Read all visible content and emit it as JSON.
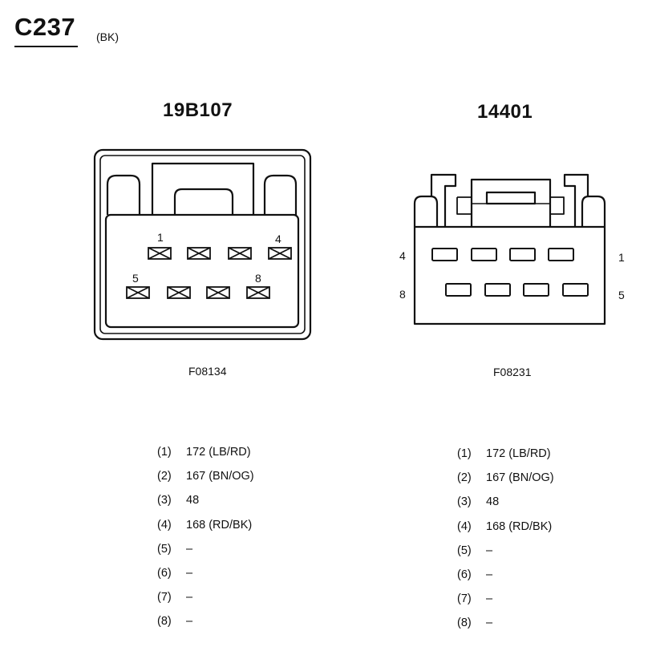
{
  "header": {
    "title": "C237",
    "color_code": "(BK)"
  },
  "connectors": [
    {
      "part_number": "19B107",
      "figure_code": "F08134",
      "pin_labels": {
        "top_left": "1",
        "top_right": "4",
        "bottom_left": "5",
        "bottom_right": "8"
      },
      "pinout": [
        {
          "pin": "(1)",
          "circuit": "172 (LB/RD)"
        },
        {
          "pin": "(2)",
          "circuit": "167 (BN/OG)"
        },
        {
          "pin": "(3)",
          "circuit": "48"
        },
        {
          "pin": "(4)",
          "circuit": "168 (RD/BK)"
        },
        {
          "pin": "(5)",
          "circuit": "–"
        },
        {
          "pin": "(6)",
          "circuit": "–"
        },
        {
          "pin": "(7)",
          "circuit": "–"
        },
        {
          "pin": "(8)",
          "circuit": "–"
        }
      ]
    },
    {
      "part_number": "14401",
      "figure_code": "F08231",
      "pin_labels": {
        "top_left": "4",
        "top_right": "1",
        "bottom_left": "8",
        "bottom_right": "5"
      },
      "pinout": [
        {
          "pin": "(1)",
          "circuit": "172 (LB/RD)"
        },
        {
          "pin": "(2)",
          "circuit": "167 (BN/OG)"
        },
        {
          "pin": "(3)",
          "circuit": "48"
        },
        {
          "pin": "(4)",
          "circuit": "168 (RD/BK)"
        },
        {
          "pin": "(5)",
          "circuit": "–"
        },
        {
          "pin": "(6)",
          "circuit": "–"
        },
        {
          "pin": "(7)",
          "circuit": "–"
        },
        {
          "pin": "(8)",
          "circuit": "–"
        }
      ]
    }
  ]
}
